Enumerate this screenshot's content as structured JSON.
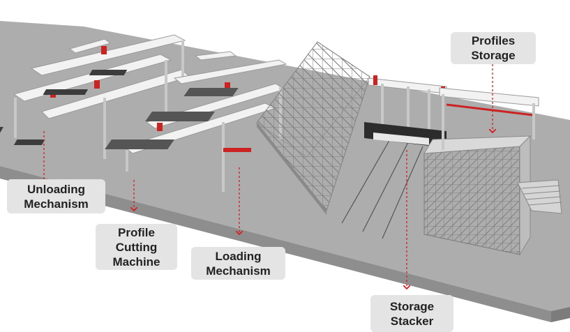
{
  "labels": {
    "unloading": {
      "line1": "Unloading",
      "line2": "Mechanism"
    },
    "cutting": {
      "line1": "Profile",
      "line2": "Cutting",
      "line3": "Machine"
    },
    "loading": {
      "line1": "Loading",
      "line2": "Mechanism"
    },
    "profiles": {
      "line1": "Profiles",
      "line2": "Storage"
    },
    "stacker": {
      "line1": "Storage",
      "line2": "Stacker"
    }
  },
  "colors": {
    "floor": "#a9a9a9",
    "floor_edge": "#8c8c8c",
    "frame": "#f2f2f2",
    "frame_stroke": "#9a9a9a",
    "accent_red": "#cc2222",
    "leader": "#d42020",
    "label_bg": "#e4e4e4",
    "label_text": "#222222"
  }
}
